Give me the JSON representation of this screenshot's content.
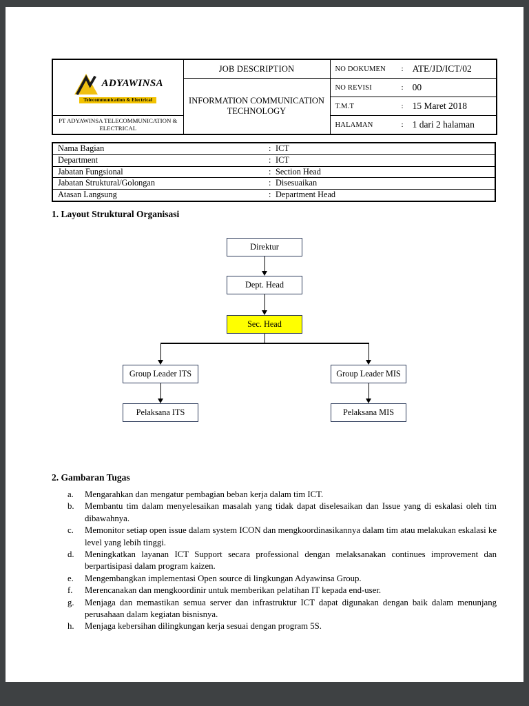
{
  "colon": ":",
  "colors": {
    "brand_yellow": "#f2c200",
    "highlight_yellow": "#ffff00",
    "viewer_background": "#3e4143"
  },
  "header": {
    "logo": {
      "brand": "ADYAWINSA",
      "tagline": "Telecommunication & Electrical",
      "company": "PT ADYAWINSA TELECOMMUNICATION & ELECTRICAL"
    },
    "title": "JOB DESCRIPTION",
    "subtitle": "INFORMATION COMMUNICATION TECHNOLOGY",
    "meta": [
      {
        "label": "NO DOKUMEN",
        "value": "ATE/JD/ICT/02"
      },
      {
        "label": "NO REVISI",
        "value": "00"
      },
      {
        "label": "T.M.T",
        "value": "15 Maret 2018"
      },
      {
        "label": "HALAMAN",
        "value": "1 dari 2 halaman"
      }
    ]
  },
  "info_table": [
    {
      "label": "Nama Bagian",
      "value": "ICT"
    },
    {
      "label": "Department",
      "value": "ICT"
    },
    {
      "label": "Jabatan Fungsional",
      "value": "Section Head"
    },
    {
      "label": "Jabatan Struktural/Golongan",
      "value": "Disesuaikan"
    },
    {
      "label": "Atasan Langsung",
      "value": "Department Head"
    }
  ],
  "sections": {
    "s1_heading": "1. Layout Struktural Organisasi",
    "s2_heading": "2. Gambaran Tugas"
  },
  "org_chart": {
    "direktur": "Direktur",
    "dept_head": "Dept. Head",
    "sec_head": "Sec. Head",
    "group_leader_its": "Group Leader ITS",
    "group_leader_mis": "Group Leader MIS",
    "pelaksana_its": "Pelaksana ITS",
    "pelaksana_mis": "Pelaksana MIS",
    "highlight_node": "Sec. Head",
    "highlight_color": "#ffff00"
  },
  "tasks": {
    "items": [
      {
        "letter": "a.",
        "text": "Mengarahkan dan mengatur pembagian beban kerja dalam tim ICT."
      },
      {
        "letter": "b.",
        "text": "Membantu tim dalam menyelesaikan masalah yang tidak dapat diselesaikan dan Issue yang di eskalasi oleh tim dibawahnya."
      },
      {
        "letter": "c.",
        "text": "Memonitor setiap open issue dalam system ICON dan mengkoordinasikannya dalam tim atau melakukan eskalasi ke level yang lebih tinggi."
      },
      {
        "letter": "d.",
        "text": "Meningkatkan layanan ICT Support secara professional dengan melaksanakan continues improvement dan berpartisipasi dalam program kaizen."
      },
      {
        "letter": "e.",
        "text": "Mengembangkan implementasi Open source di lingkungan Adyawinsa Group."
      },
      {
        "letter": "f.",
        "text": "Merencanakan dan mengkoordinir untuk memberikan pelatihan IT kepada end-user."
      },
      {
        "letter": "g.",
        "text": "Menjaga dan memastikan semua server dan infrastruktur ICT dapat digunakan dengan baik dalam menunjang perusahaan dalam kegiatan bisnisnya."
      },
      {
        "letter": "h.",
        "text": "Menjaga kebersihan dilingkungan kerja sesuai dengan program 5S."
      }
    ]
  }
}
